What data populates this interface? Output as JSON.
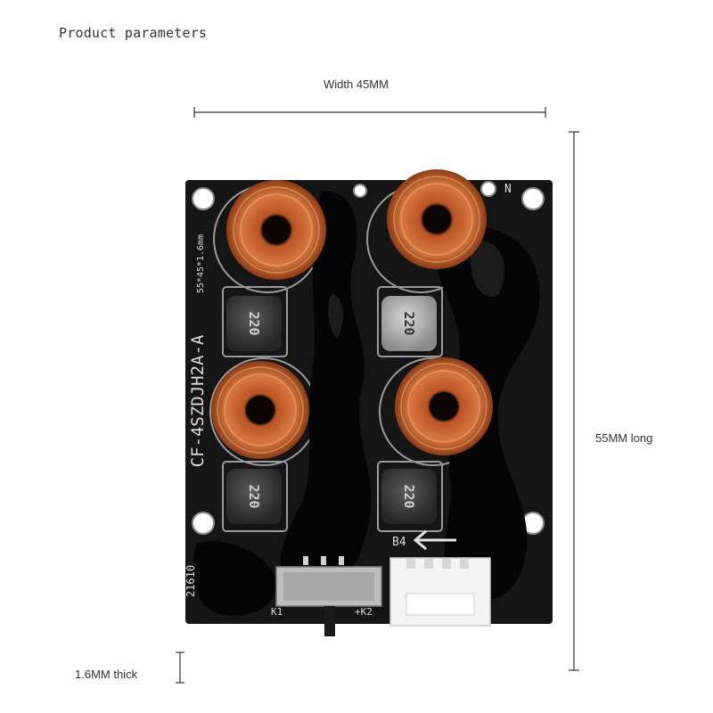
{
  "title": "Product parameters",
  "dimensions": {
    "width_label": "Width 45MM",
    "length_label": "55MM long",
    "thickness_label": "1.6MM thick"
  },
  "board": {
    "silkscreen_model": "CF-4SZDJH2A-A",
    "silkscreen_size": "55*45*1.6mm",
    "inductor_marking": "220",
    "pin_labels": {
      "k1": "K1",
      "k2": "+K2",
      "b4": "B4",
      "n": "N"
    },
    "corner_code": "21610"
  },
  "colors": {
    "pcb": "#151515",
    "copper_coil": "#c8632d",
    "background": "#ffffff",
    "dimension_line": "#333333"
  }
}
